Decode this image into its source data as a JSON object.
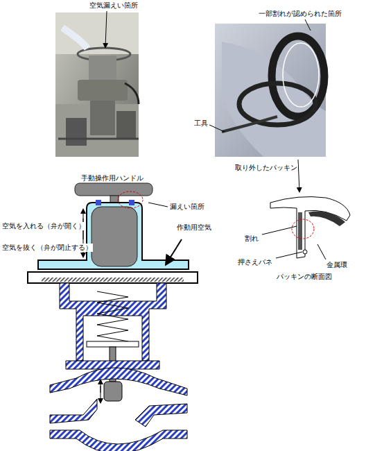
{
  "diagram": {
    "labels": [
      "空気漏えい箇所",
      "一部割れが認められた箇所",
      "工具",
      "取り外したパッキン",
      "手動操作用ハンドル",
      "漏えい箇所",
      "作動用空気",
      "空気を入れる（弁が開く）",
      "空気を抜く（弁が閉止する）",
      "割れ",
      "押さえバネ",
      "金属環",
      "パッキンの断面図"
    ]
  }
}
